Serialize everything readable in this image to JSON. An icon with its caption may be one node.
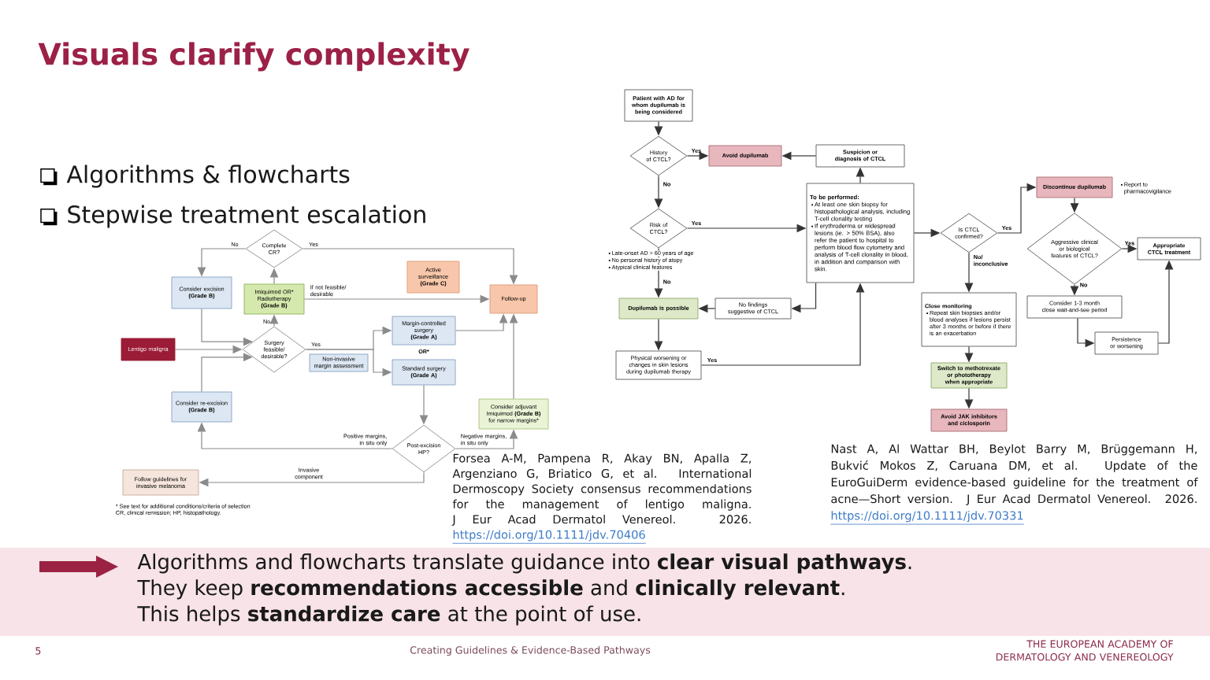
{
  "diagram": {
    "title": "Visuals clarify complexity",
    "nodes": [
      {
        "text": [
          "Complete CR?"
        ]
      },
      {
        "text": [
          "Consider excision",
          "(Grade B)"
        ]
      },
      {
        "text": [
          "Imiquimod OR* Radiotherapy",
          "(Grade B)"
        ]
      },
      {
        "text": [
          "Active surveillance",
          "(Grade C)"
        ]
      },
      {
        "text": [
          "Follow-up"
        ]
      },
      {
        "text": [
          "Lentigo maligna"
        ]
      },
      {
        "text": [
          "Surgery feasible/ desirable?"
        ]
      },
      {
        "text": [
          "Non-invasive margin assessment"
        ]
      },
      {
        "text": [
          "Margin-controlled surgery",
          "(Grade A)"
        ]
      },
      {
        "text": [
          "Standard surgery",
          "(Grade A)"
        ]
      },
      {
        "text": [
          "Consider re-excision",
          "(Grade B)"
        ]
      },
      {
        "text": [
          "Consider adjuvant Imiquimod",
          "(Grade B)",
          "for narrow margins*"
        ]
      },
      {
        "text": [
          "Post-excision HP?"
        ]
      },
      {
        "text": [
          "Follow guidelines for invasive melanoma"
        ]
      },
      {
        "text": [
          "Patient with AD for whom dupilumab is being considered"
        ]
      },
      {
        "text": [
          "History of CTCL?"
        ]
      },
      {
        "text": [
          "Avoid dupilumab"
        ]
      },
      {
        "text": [
          "Suspicion or diagnosis of CTCL"
        ]
      },
      {
        "text": [
          "Risk of CTCL?"
        ],
        "beside": [
          "Late-onset AD > 60 years of age",
          "No personal history of atopy",
          "Atypical clinical features"
        ]
      },
      {
        "text": [
          "To be performed:",
          "At least one skin biopsy for histopathological analysis, including T-cell clonality testing",
          "If erythroderma or widespread lesions (ie. > 50% BSA), also refer the patient to hospital to perform blood flow cytometry and analysis of T-cell clonality in blood, in addition and comparison with skin."
        ]
      },
      {
        "text": [
          "Dupilumab is possible"
        ]
      },
      {
        "text": [
          "No findings suggestive of CTCL"
        ]
      },
      {
        "text": [
          "Physical worsening or changes in skin lesions during dupilumab therapy"
        ]
      },
      {
        "text": [
          "Is CTCL confirmed?"
        ]
      },
      {
        "text": [
          "Discontinue dupilumab"
        ],
        "beside": [
          "Report to pharmacovigilance"
        ]
      },
      {
        "text": [
          "Aggressive clinical or biological features of CTCL?"
        ]
      },
      {
        "text": [
          "Appropriate CTCL treatment"
        ]
      },
      {
        "text": [
          "Close monitoring",
          "Repeat skin biopsies and/or blood analyses if lesions persist after 3 months or before if there is an exacerbation"
        ]
      },
      {
        "text": [
          "Consider 1-3 month close wait-and-see period"
        ]
      },
      {
        "text": [
          "Persistence or worsening"
        ]
      },
      {
        "text": [
          "Switch to methotrexate or phototherapy when appropriate"
        ]
      },
      {
        "text": [
          "Avoid JAK inhibitors and ciclosporin"
        ]
      }
    ],
    "edges": [
      {
        "from": 5,
        "to": 6,
        "arrow": "to",
        "color": "#8a8a8a"
      },
      {
        "from": 1,
        "to": 6,
        "arrow": "to",
        "color": "#8a8a8a"
      },
      {
        "from": 10,
        "to": 6,
        "arrow": "to",
        "color": "#8a8a8a"
      },
      {
        "from": 6,
        "to": 2,
        "arrow": "to",
        "label": "No",
        "color": "#8a8a8a"
      },
      {
        "from": 2,
        "to": 0,
        "arrow": "to",
        "color": "#8a8a8a"
      },
      {
        "from": 0,
        "to": 1,
        "arrow": "to",
        "label": "No",
        "color": "#8a8a8a"
      },
      {
        "from": 0,
        "to": 4,
        "arrow": "to",
        "label": "Yes",
        "color": "#8a8a8a"
      },
      {
        "from": 2,
        "to": 4,
        "arrow": "to",
        "label": "If not feasible/ desirable",
        "color": "#8a8a8a"
      },
      {
        "from": 6,
        "to": 8,
        "arrow": "to",
        "label": "Yes",
        "color": "#8a8a8a"
      },
      {
        "from": 6,
        "to": 9,
        "arrow": "to",
        "color": "#8a8a8a"
      },
      {
        "from": 8,
        "to": 4,
        "arrow": "to",
        "color": "#8a8a8a"
      },
      {
        "from": 9,
        "to": 12,
        "arrow": "to",
        "color": "#8a8a8a"
      },
      {
        "from": 12,
        "to": 10,
        "arrow": "to",
        "label": "Positive margins, in situ only",
        "color": "#8a8a8a"
      },
      {
        "from": 12,
        "to": 11,
        "arrow": "to",
        "label": "Negative margins, in situ only",
        "color": "#8a8a8a"
      },
      {
        "from": 11,
        "to": 4,
        "arrow": "to",
        "color": "#8a8a8a"
      },
      {
        "from": 12,
        "to": 13,
        "arrow": "to",
        "label": "Invasive component",
        "color": "#8a8a8a"
      },
      {
        "from": 14,
        "to": 15,
        "arrow": "to"
      },
      {
        "from": 15,
        "to": 16,
        "arrow": "to",
        "label": "Yes"
      },
      {
        "from": 15,
        "to": 18,
        "arrow": "to",
        "label": "No"
      },
      {
        "from": 18,
        "to": 19,
        "arrow": "to",
        "label": "Yes"
      },
      {
        "from": 18,
        "to": 20,
        "arrow": "to",
        "label": "No"
      },
      {
        "from": 19,
        "to": 17,
        "arrow": "to"
      },
      {
        "from": 17,
        "to": 16,
        "arrow": "to"
      },
      {
        "from": 19,
        "to": 21,
        "arrow": "to"
      },
      {
        "from": 21,
        "to": 20,
        "arrow": "to"
      },
      {
        "from": 20,
        "to": 22,
        "arrow": "to"
      },
      {
        "from": 22,
        "to": 19,
        "arrow": "to",
        "label": "Yes"
      },
      {
        "from": 19,
        "to": 23,
        "arrow": "to"
      },
      {
        "from": 23,
        "to": 24,
        "arrow": "to",
        "label": "Yes"
      },
      {
        "from": 23,
        "to": 27,
        "arrow": "to",
        "label": "No/ inconclusive"
      },
      {
        "from": 27,
        "to": 30,
        "arrow": "to"
      },
      {
        "from": 30,
        "to": 31,
        "arrow": "to"
      },
      {
        "from": 24,
        "to": 25,
        "arrow": "to"
      },
      {
        "from": 25,
        "to": 26,
        "arrow": "to",
        "label": "Yes"
      },
      {
        "from": 25,
        "to": 28,
        "arrow": "to",
        "label": "No"
      },
      {
        "from": 28,
        "to": 29,
        "arrow": "to"
      },
      {
        "from": 29,
        "to": 26,
        "arrow": "to"
      }
    ],
    "labels": [
      "Algorithms & flowcharts",
      "Stepwise treatment escalation",
      "OR*",
      "* See text for additional conditions/criteria of selection",
      "CR, clinical remission; HP, histopathology.",
      "Forsea A-M, Pampena R, Akay BN, Apalla Z, Argenziano G, Briatico G, et al. International Dermoscopy Society consensus recommendations for the management of lentigo maligna. J Eur Acad Dermatol Venereol. 2026.",
      "https://doi.org/10.1111/jdv.70406",
      "Nast A, Al Wattar BH, Beylot Barry M, Brüggemann H, Bukvić Mokos Z, Caruana DM, et al. Update of the EuroGuiDerm evidence-based guideline for the treatment of acne—Short version. J Eur Acad Dermatol Venereol. 2026.",
      "https://doi.org/10.1111/jdv.70331",
      "Algorithms and flowcharts translate guidance into **clear visual pathways**.",
      "They keep **recommendations accessible** and **clinically relevant**.",
      "This helps **standardize care** at the point of use.",
      "5",
      "Creating Guidelines & Evidence-Based Pathways",
      "THE EUROPEAN ACADEMY OF DERMATOLOGY AND VENEREOLOGY"
    ]
  }
}
